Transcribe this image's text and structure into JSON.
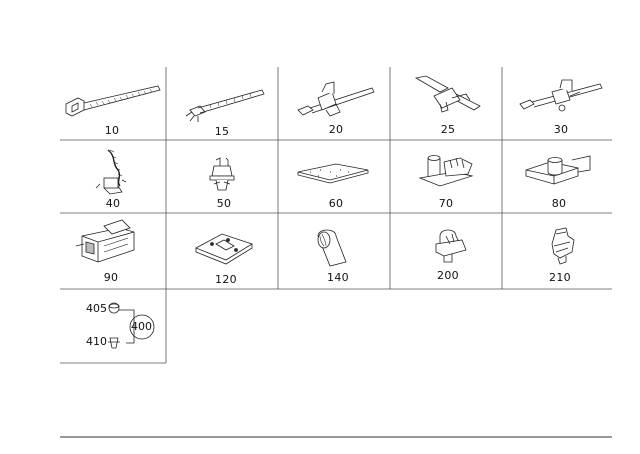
{
  "catalog": {
    "parts": [
      {
        "number": "10"
      },
      {
        "number": "15"
      },
      {
        "number": "20"
      },
      {
        "number": "25"
      },
      {
        "number": "30"
      },
      {
        "number": "40"
      },
      {
        "number": "50"
      },
      {
        "number": "60"
      },
      {
        "number": "70"
      },
      {
        "number": "80"
      },
      {
        "number": "90"
      },
      {
        "number": "120"
      },
      {
        "number": "140"
      },
      {
        "number": "200"
      },
      {
        "number": "210"
      }
    ],
    "assembly": {
      "number": "400",
      "components": [
        {
          "number": "405"
        },
        {
          "number": "410"
        }
      ]
    }
  }
}
